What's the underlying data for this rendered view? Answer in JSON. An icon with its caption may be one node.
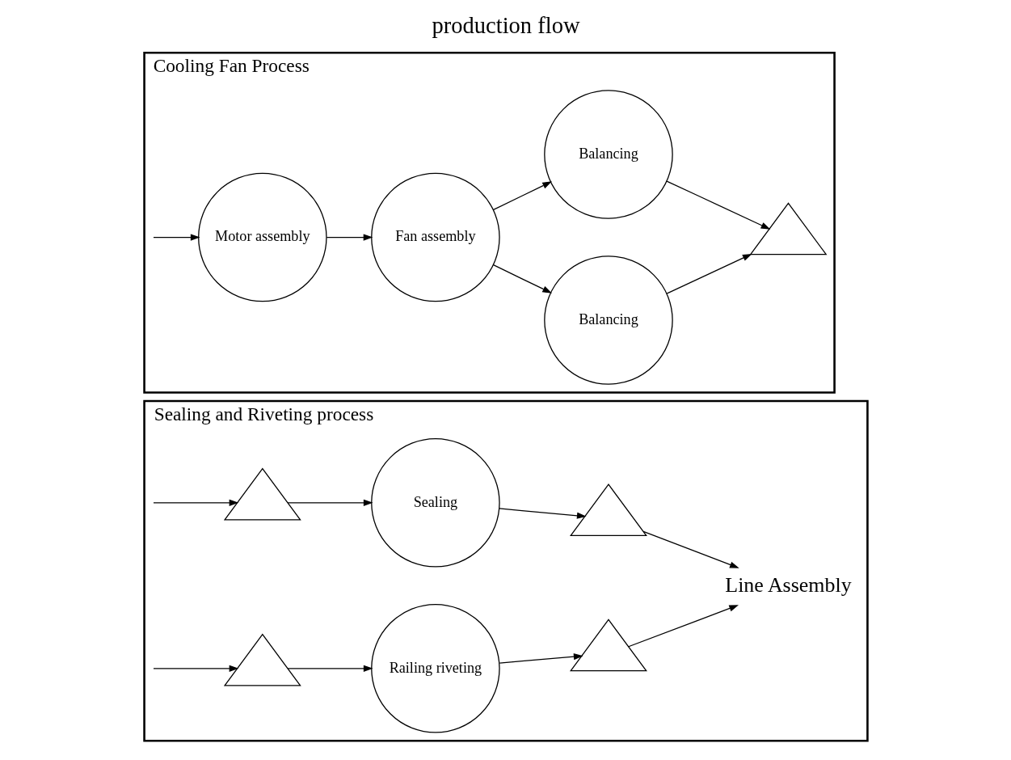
{
  "diagram": {
    "title": "production flow",
    "nodes": [
      {
        "text": [
          "Sealing and Riveting process"
        ]
      },
      {
        "text": [],
        "shape": "triangle",
        "in": 0
      },
      {
        "text": [
          "Sealing"
        ],
        "in": 0
      },
      {
        "text": [],
        "shape": "triangle",
        "in": 0
      },
      {
        "text": [],
        "shape": "triangle",
        "in": 0
      },
      {
        "text": [
          "Railing riveting"
        ],
        "in": 0
      },
      {
        "text": [],
        "shape": "triangle",
        "in": 0
      },
      {
        "text": [
          "Line Assembly"
        ],
        "in": 0
      },
      {
        "text": [
          "Cooling Fan Process"
        ]
      },
      {
        "text": [
          "Motor assembly"
        ],
        "in": 8
      },
      {
        "text": [
          "Fan assembly"
        ],
        "in": 8
      },
      {
        "text": [
          "Balancing"
        ],
        "in": 8
      },
      {
        "text": [
          "Balancing"
        ],
        "in": 8
      },
      {
        "text": [],
        "shape": "triangle",
        "in": 8
      }
    ],
    "edges": [
      {
        "from": null,
        "to": 1,
        "arrow": "to"
      },
      {
        "from": 1,
        "to": 2,
        "arrow": "to"
      },
      {
        "from": 2,
        "to": 3,
        "arrow": "to"
      },
      {
        "from": null,
        "to": 4,
        "arrow": "to"
      },
      {
        "from": 4,
        "to": 5,
        "arrow": "to"
      },
      {
        "from": 5,
        "to": 6,
        "arrow": "to"
      },
      {
        "from": 3,
        "to": 7,
        "arrow": "to"
      },
      {
        "from": 6,
        "to": 7,
        "arrow": "to"
      },
      {
        "from": null,
        "to": 9,
        "arrow": "to"
      },
      {
        "from": 9,
        "to": 10,
        "arrow": "to"
      },
      {
        "from": 10,
        "to": 11,
        "arrow": "to"
      },
      {
        "from": 10,
        "to": 12,
        "arrow": "to"
      },
      {
        "from": 11,
        "to": 13,
        "arrow": "to"
      },
      {
        "from": 12,
        "to": 13,
        "arrow": "to"
      }
    ]
  }
}
